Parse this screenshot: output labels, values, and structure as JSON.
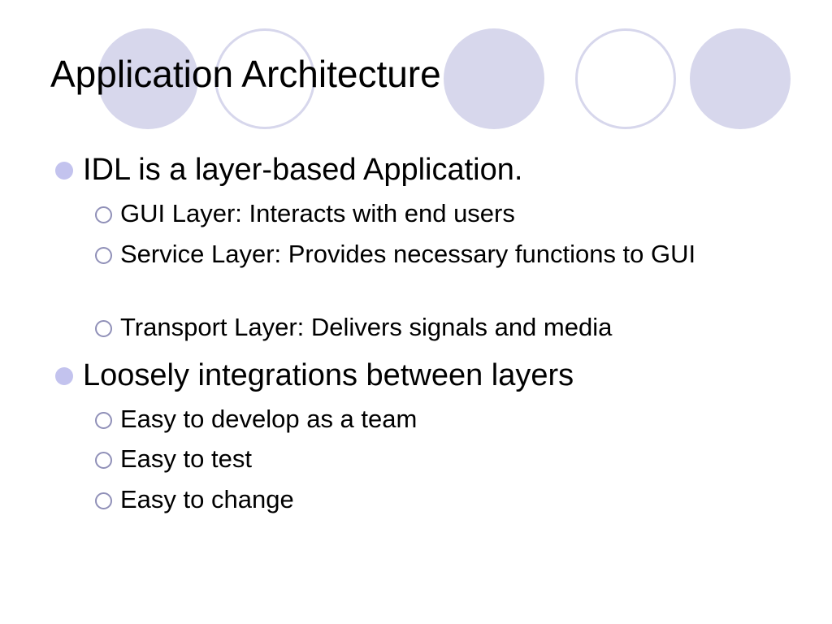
{
  "slide": {
    "title": "Application Architecture",
    "decoration_color": "#d7d7ec",
    "bullets": [
      {
        "text": "IDL is a layer-based Application.",
        "sub": [
          "GUI Layer: Interacts with end users",
          "Service Layer: Provides necessary functions to GUI",
          "Transport Layer: Delivers signals and media"
        ]
      },
      {
        "text": "Loosely integrations between layers",
        "sub": [
          "Easy to develop as a team",
          "Easy to test",
          "Easy to change"
        ]
      }
    ]
  }
}
